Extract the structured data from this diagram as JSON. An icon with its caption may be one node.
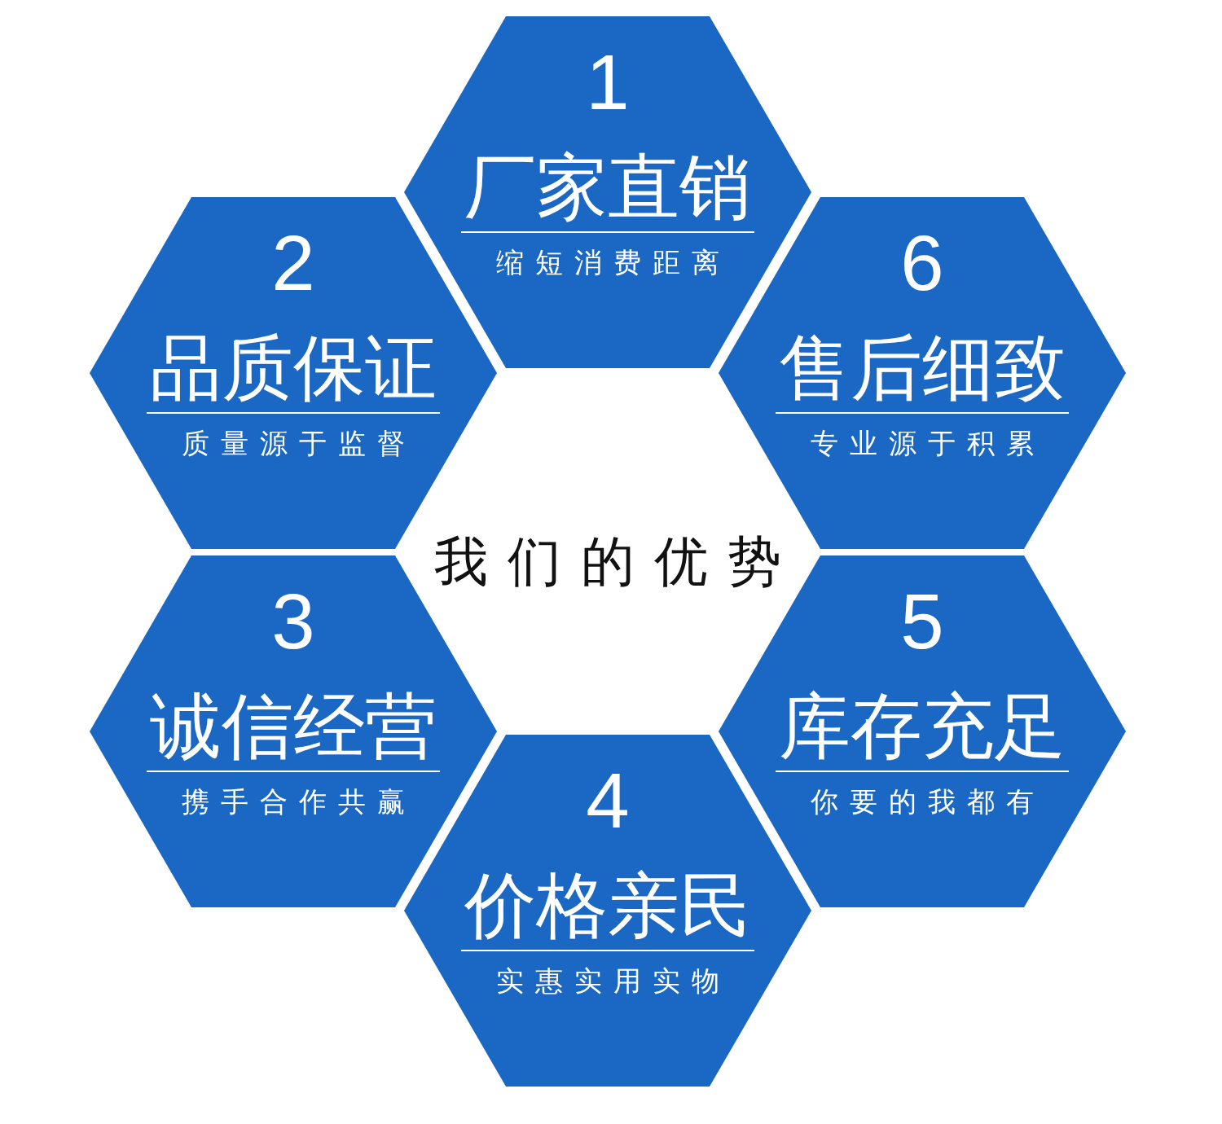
{
  "diagram": {
    "title": "我们的优势",
    "nodes": [
      {
        "text": [
          "1",
          "厂家直销",
          "缩短消费距离"
        ]
      },
      {
        "text": [
          "2",
          "品质保证",
          "质量源于监督"
        ]
      },
      {
        "text": [
          "3",
          "诚信经营",
          "携手合作共赢"
        ]
      },
      {
        "text": [
          "4",
          "价格亲民",
          "实惠实用实物"
        ]
      },
      {
        "text": [
          "5",
          "库存充足",
          "你要的我都有"
        ]
      },
      {
        "text": [
          "6",
          "售后细致",
          "专业源于积累"
        ]
      }
    ]
  }
}
